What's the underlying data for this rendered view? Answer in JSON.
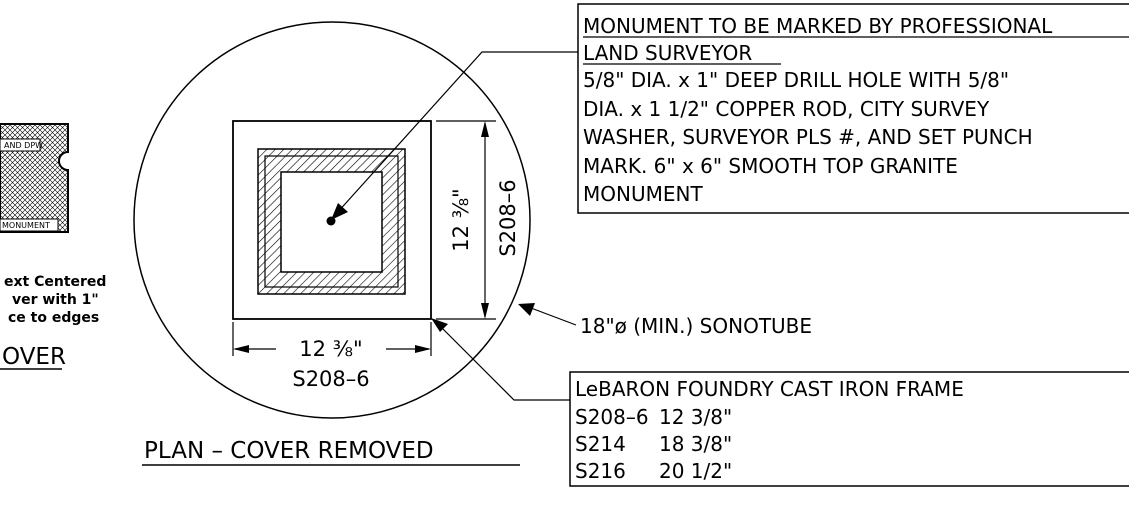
{
  "left_detail": {
    "cover_label_top": "AND DPW",
    "cover_label_bottom": "MONUMENT",
    "note_lines": [
      "ext Centered",
      "ver with 1\"",
      "ce to edges"
    ],
    "title_fragment": "OVER"
  },
  "plan": {
    "title": "PLAN – COVER REMOVED",
    "width_dim": "12 ⅜\"",
    "width_code": "S208–6",
    "height_dim": "12 ⅜\"",
    "height_code": "S208–6"
  },
  "sonotube_label": "18\"ø (MIN.) SONOTUBE",
  "monument_note": {
    "lines": [
      "MONUMENT TO BE MARKED BY PROFESSIONAL",
      "LAND SURVEYOR",
      "5/8\" DIA. x 1\" DEEP DRILL HOLE WITH 5/8\"",
      "DIA. x  1 1/2\" COPPER ROD, CITY SURVEY",
      "WASHER,  SURVEYOR PLS #, AND SET PUNCH",
      "MARK. 6\" x 6\" SMOOTH TOP GRANITE",
      "MONUMENT"
    ]
  },
  "frame_table": {
    "title": "LeBARON FOUNDRY CAST IRON FRAME",
    "rows": [
      {
        "code": "S208–6",
        "size": "12 3/8\""
      },
      {
        "code": "S214",
        "size": "18 3/8\""
      },
      {
        "code": "S216",
        "size": "20 1/2\""
      }
    ]
  }
}
